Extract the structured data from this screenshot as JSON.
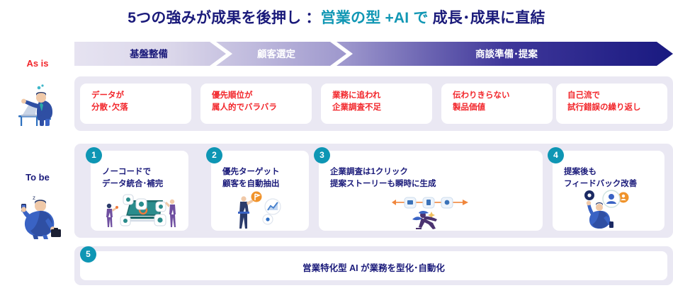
{
  "title": {
    "part1": "5つの強みが成果を後押し ：",
    "part2": "営業の型 +AI で ",
    "part3": "成長･成果に直結"
  },
  "rail": {
    "asis_label": "As is",
    "tobe_label": "To be",
    "asis_icon": "stressed-salesperson-illustration",
    "tobe_icon": "confident-salesperson-illustration"
  },
  "banner": {
    "phases": [
      {
        "label": "基盤整備"
      },
      {
        "label": "顧客選定"
      },
      {
        "label": "商談準備･提案"
      }
    ]
  },
  "asis": {
    "cards": [
      {
        "text": "データが\n分散･欠落"
      },
      {
        "text": "優先順位が\n属人的でバラバラ"
      },
      {
        "text": "業務に追われ\n企業調査不足"
      },
      {
        "text": "伝わりきらない\n製品価値"
      },
      {
        "text": "自己流で\n試行錯誤の繰り返し"
      }
    ]
  },
  "tobe": {
    "cards": [
      {
        "number": "1",
        "text": "ノーコードで\nデータ統合･補完",
        "icon": "data-integration-illustration"
      },
      {
        "number": "2",
        "text": "優先ターゲット\n顧客を自動抽出",
        "icon": "target-customer-illustration"
      },
      {
        "number": "3",
        "text": "企業調査は1クリック\n提案ストーリーも瞬時に生成",
        "icon": "running-person-pipeline-illustration"
      },
      {
        "number": "4",
        "text": "提案後も\nフィードバック改善",
        "icon": "feedback-improvement-illustration"
      }
    ]
  },
  "summary": {
    "number": "5",
    "text": "営業特化型 AI が業務を型化･自動化"
  },
  "colors": {
    "title_navy": "#1a1a7a",
    "title_teal": "#1197b4",
    "asis_red": "#f2262b",
    "tobe_navy": "#1a1a7a",
    "badge_teal": "#0e96b4",
    "panel_bg": "#eae8f3",
    "banner_start": "#e4e1f0",
    "banner_end": "#1a1a7a"
  }
}
